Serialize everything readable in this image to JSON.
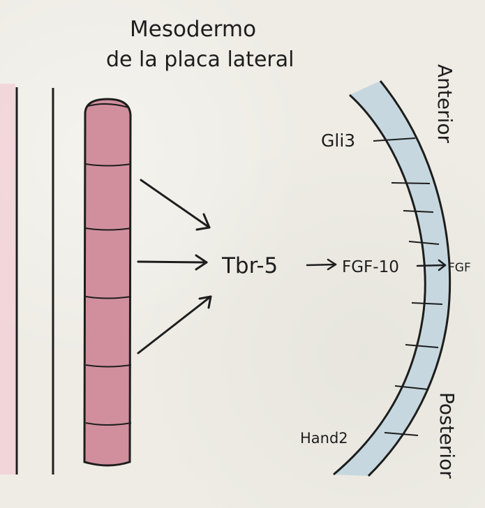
{
  "title": {
    "line1": "Mesodermo",
    "line2": "de la placa lateral"
  },
  "orientation": {
    "anterior": "Anterior",
    "posterior": "Posterior"
  },
  "limb_bud_labels": {
    "top": "Gli3",
    "bottom": "Hand2"
  },
  "pathway": {
    "node1": "Tbr-5",
    "node2": "FGF-10",
    "node3": "FGF"
  },
  "colors": {
    "mesoderm_fill": "#d18f9d",
    "limb_bud_fill": "#c6d7df",
    "side_band": "#f2c9d2",
    "ink": "#1d1d1d"
  }
}
